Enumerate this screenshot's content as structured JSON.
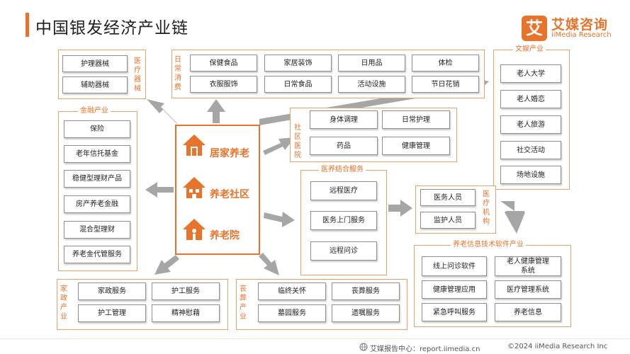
{
  "title": "中国银发经济产业链",
  "logo": {
    "mark": "艾",
    "name_cn": "艾媒咨询",
    "name_en": "iiMedia Research"
  },
  "center": {
    "items": [
      "居家养老",
      "养老社区",
      "养老院"
    ]
  },
  "groups": {
    "medical_devices": {
      "label": "医疗器械",
      "items": [
        "护理器械",
        "辅助器械"
      ]
    },
    "daily_consumption": {
      "label": "日常消费",
      "items": [
        "保健食品",
        "家居装饰",
        "日用品",
        "体检",
        "衣服服饰",
        "日常食品",
        "活动设施",
        "节日花销"
      ]
    },
    "culture_entertainment": {
      "label": "文娱产业",
      "items": [
        "老人大学",
        "老人婚恋",
        "老人旅游",
        "社交活动",
        "场地设施"
      ]
    },
    "finance": {
      "label": "金融产业",
      "items": [
        "保险",
        "老年信托基金",
        "稳健型理财产品",
        "房产养老金融",
        "混合型理财",
        "养老金代管服务"
      ]
    },
    "community_hospital": {
      "label": "社区医院",
      "items": [
        "身体调理",
        "日常护理",
        "药品",
        "健康管理"
      ]
    },
    "medical_care_service": {
      "label": "医养结合服务",
      "items": [
        "远程医疗",
        "医务上门服务",
        "远程问诊"
      ]
    },
    "medical_institution": {
      "label": "医疗机构",
      "items": [
        "医务人员",
        "监护人员"
      ]
    },
    "eldercare_it": {
      "label": "养老信息技术软件产业",
      "items": [
        "线上问诊软件",
        "老人健康管理系统",
        "健康管理应用",
        "医疗管理系统",
        "紧急呼叫服务",
        "养老信息"
      ]
    },
    "housekeeping": {
      "label": "家政产业",
      "items": [
        "家政服务",
        "护工服务",
        "护工管理",
        "精神慰藉"
      ]
    },
    "funeral": {
      "label": "丧葬产业",
      "items": [
        "临终关怀",
        "丧葬服务",
        "墓园服务",
        "遗嘱服务"
      ]
    }
  },
  "footer": {
    "source": "艾媒报告中心：report.iimedia.cn",
    "copyright": "©2024  iiMedia Research  Inc"
  },
  "colors": {
    "accent": "#e8732a",
    "arrow": "#a6a6a6",
    "border": "#e8a06a"
  }
}
